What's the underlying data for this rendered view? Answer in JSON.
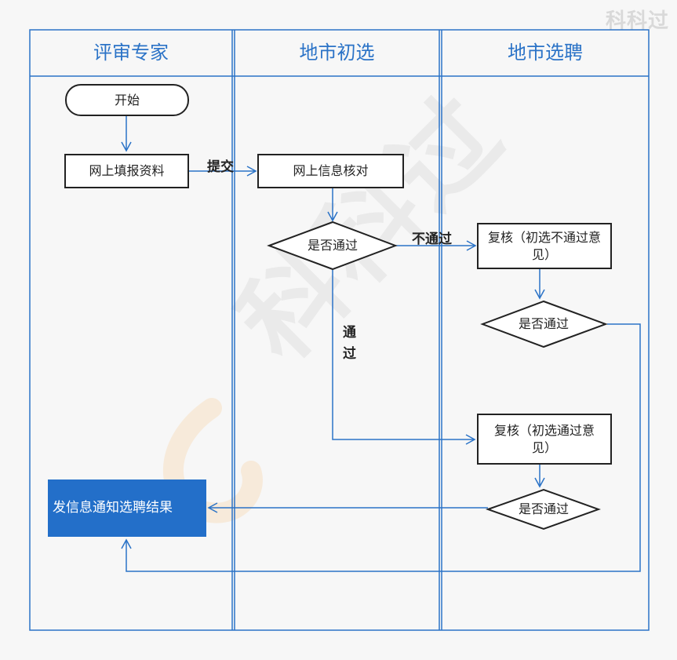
{
  "brand": "科科过",
  "watermark": "科科过",
  "lanes": [
    {
      "title": "评审专家"
    },
    {
      "title": "地市初选"
    },
    {
      "title": "地市选聘"
    }
  ],
  "nodes": {
    "start": "开始",
    "submit_info": "网上填报资料",
    "verify": "网上信息核对",
    "decision1": "是否通过",
    "review_fail": "复核（初选不通过意见）",
    "decision2": "是否通过",
    "review_pass": "复核（初选通过意见）",
    "decision3": "是否通过",
    "notify": "发信息通知选聘结果"
  },
  "edge_labels": {
    "submit": "提交",
    "not_pass": "不通过",
    "pass_1": "通",
    "pass_2": "过"
  },
  "colors": {
    "lane_border": "#2b73c7",
    "connector": "#2b73c7",
    "node_border": "#222222",
    "notify_fill": "#236fc9"
  }
}
